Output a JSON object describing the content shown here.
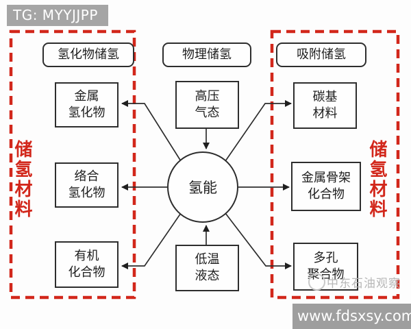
{
  "header_banner": {
    "label": "TG: MYYJJPP"
  },
  "footer_banner": {
    "url": "www.fdsxsy.com"
  },
  "watermark": {
    "text": "中东石油观察"
  },
  "colors": {
    "accent_red": "#d2271b",
    "banner_gray": "#a5a5a5",
    "line_black": "#2d2d2d"
  },
  "diagram": {
    "center_node": "氢能",
    "hydride_group": {
      "header": "氢化物储氢",
      "side_label": "储氢材料",
      "items": [
        "金属\n氢化物",
        "络合\n氢化物",
        "有机\n化合物"
      ]
    },
    "physical_group": {
      "header": "物理储氢",
      "items": [
        "高压\n气态",
        "低温\n液态"
      ]
    },
    "adsorption_group": {
      "header": "吸附储氢",
      "side_label": "储氢材料",
      "items": [
        "碳基\n材料",
        "金属骨架\n化合物",
        "多孔\n聚合物"
      ]
    }
  }
}
